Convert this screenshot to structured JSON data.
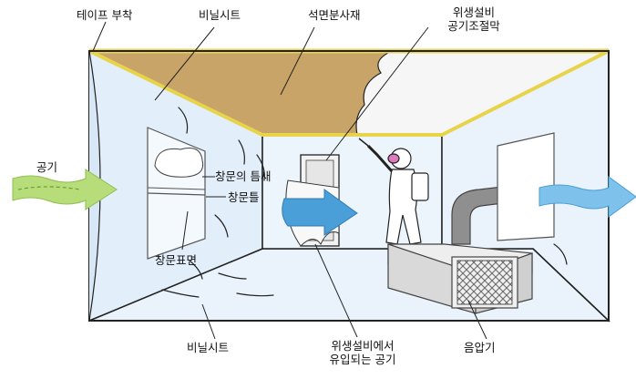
{
  "labels": {
    "tape": "테이프 부착",
    "vinyl_top": "비닐시트",
    "asbestos": "석면분사재",
    "hygiene_line1": "위생설비",
    "hygiene_line2": "공기조절막",
    "air_in": "공기",
    "window_gap": "창문의 틈새",
    "window_frame": "창문틀",
    "window_surface": "창문표면",
    "vinyl_bottom": "비닐시트",
    "inflow_line1": "위생설비에서",
    "inflow_line2": "유입되는 공기",
    "negative_pressure": "음압기"
  },
  "colors": {
    "ceiling": "#c9a468",
    "tape": "#e8d44a",
    "vinyl": "#e4f0fa",
    "air_in_arrow": "#b7dc7a",
    "air_out_arrow": "#7ec1ea",
    "inflow_arrow": "#4a9fd8",
    "machine": "#d9d9d9"
  },
  "icons": {
    "worker": "worker-in-protective-suit-icon",
    "machine": "negative-pressure-machine-icon"
  }
}
